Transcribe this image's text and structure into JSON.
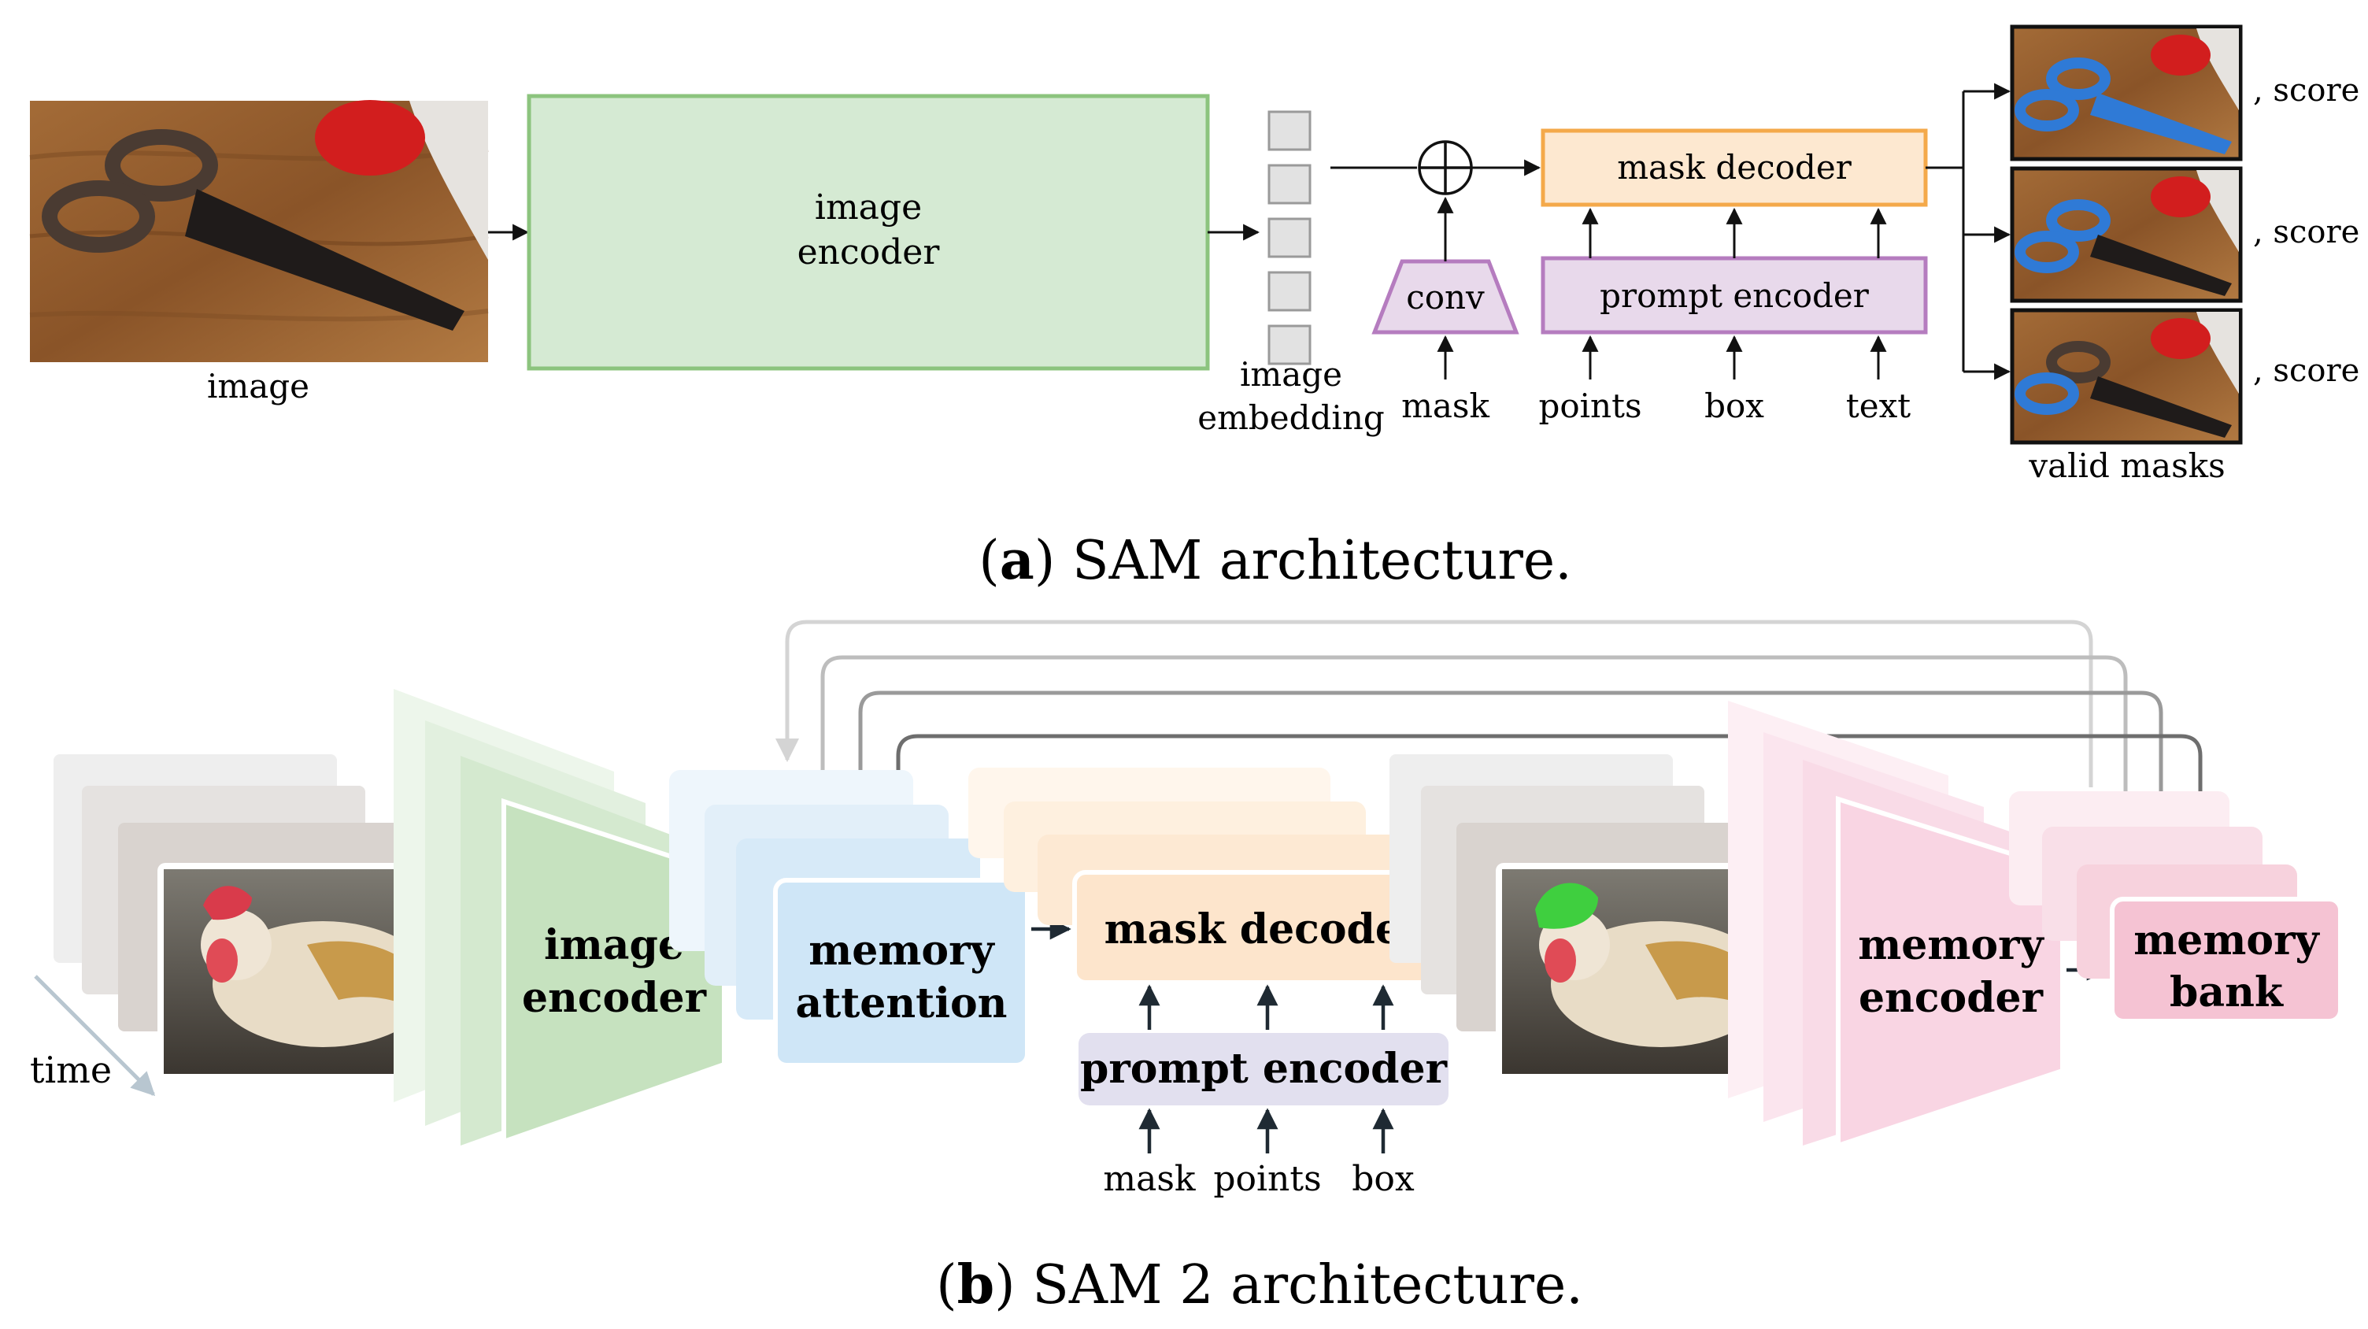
{
  "panel_a": {
    "caption_letter": "a",
    "caption_rest": ") SAM architecture.",
    "image_label": "image",
    "encoder_line1": "image",
    "encoder_line2": "encoder",
    "embedding_line1": "image",
    "embedding_line2": "embedding",
    "conv_label": "conv",
    "mask_decoder_label": "mask decoder",
    "prompt_encoder_label": "prompt encoder",
    "input_mask": "mask",
    "input_points": "points",
    "input_box": "box",
    "input_text": "text",
    "score_labels": [
      ", score",
      ", score",
      ", score"
    ],
    "valid_masks_label": "valid masks"
  },
  "panel_b": {
    "caption_letter": "b",
    "caption_rest": ") SAM 2 architecture.",
    "time_label": "time",
    "image_encoder_line1": "image",
    "image_encoder_line2": "encoder",
    "memory_attention_line1": "memory",
    "memory_attention_line2": "attention",
    "mask_decoder_label": "mask decoder",
    "prompt_encoder_label": "prompt encoder",
    "input_mask": "mask",
    "input_points": "points",
    "input_box": "box",
    "memory_encoder_line1": "memory",
    "memory_encoder_line2": "encoder",
    "memory_bank_line1": "memory",
    "memory_bank_line2": "bank"
  },
  "colors": {
    "encoder_green": "#d5ead3",
    "encoder_green_border": "#8cc47e",
    "decoder_orange": "#fde8d0",
    "decoder_orange_border": "#f4a94a",
    "prompt_purple": "#e8d9eb",
    "prompt_purple_border": "#b57cbf",
    "memory_blue": "#cfe6f7",
    "memory_pink": "#f9d5e3",
    "bank_pink": "#f5c3d3",
    "prompt_lavender": "#e2e0ef"
  }
}
